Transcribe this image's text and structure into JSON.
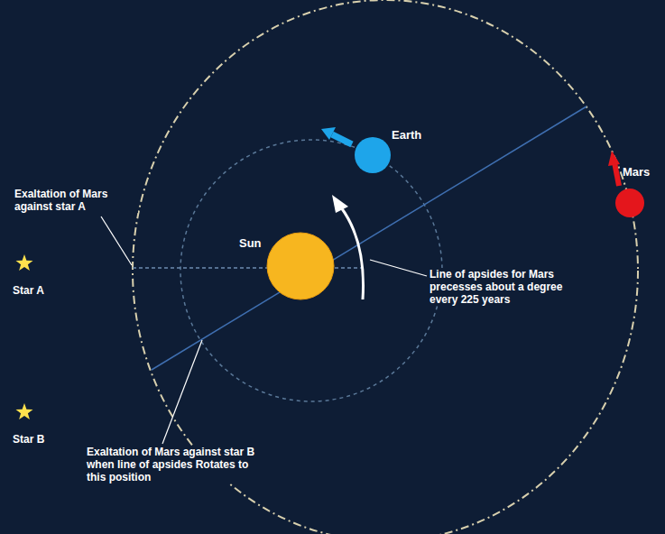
{
  "diagram": {
    "labels": [
      "Earth",
      "Mars",
      "Sun",
      "Exaltation of Mars against star A",
      "Star A",
      "Line of apsides for Mars precesses about a degree every 225 years",
      "Star B",
      "Exaltation of Mars against star B when line of apsides Rotates to this position"
    ]
  }
}
